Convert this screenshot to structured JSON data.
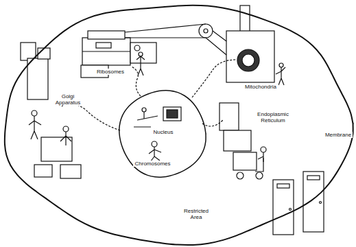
{
  "diagram": {
    "nodes": [
      {
        "text": [
          "Membrane"
        ]
      },
      {
        "text": [
          "Nucleus",
          "Chromosomes"
        ],
        "in": 0
      }
    ],
    "labels": [
      "Ribosomes",
      "Mitochondria",
      "Golgi Apparatus",
      "Endoplasmic Reticulum",
      "Restricted Area"
    ]
  }
}
